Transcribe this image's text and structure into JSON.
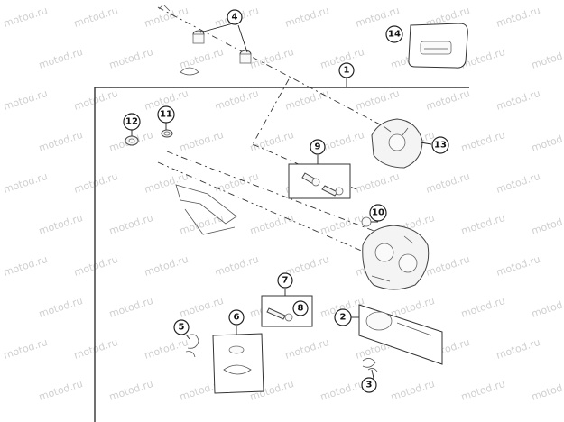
{
  "watermark": {
    "text": "motod.ru"
  },
  "callouts": [
    {
      "id": "1",
      "label": "1"
    },
    {
      "id": "2",
      "label": "2"
    },
    {
      "id": "3",
      "label": "3"
    },
    {
      "id": "4",
      "label": "4"
    },
    {
      "id": "5",
      "label": "5"
    },
    {
      "id": "6",
      "label": "6"
    },
    {
      "id": "7",
      "label": "7"
    },
    {
      "id": "8",
      "label": "8"
    },
    {
      "id": "9",
      "label": "9"
    },
    {
      "id": "10",
      "label": "10"
    },
    {
      "id": "11",
      "label": "11"
    },
    {
      "id": "12",
      "label": "12"
    },
    {
      "id": "13",
      "label": "13"
    },
    {
      "id": "14",
      "label": "14"
    }
  ]
}
